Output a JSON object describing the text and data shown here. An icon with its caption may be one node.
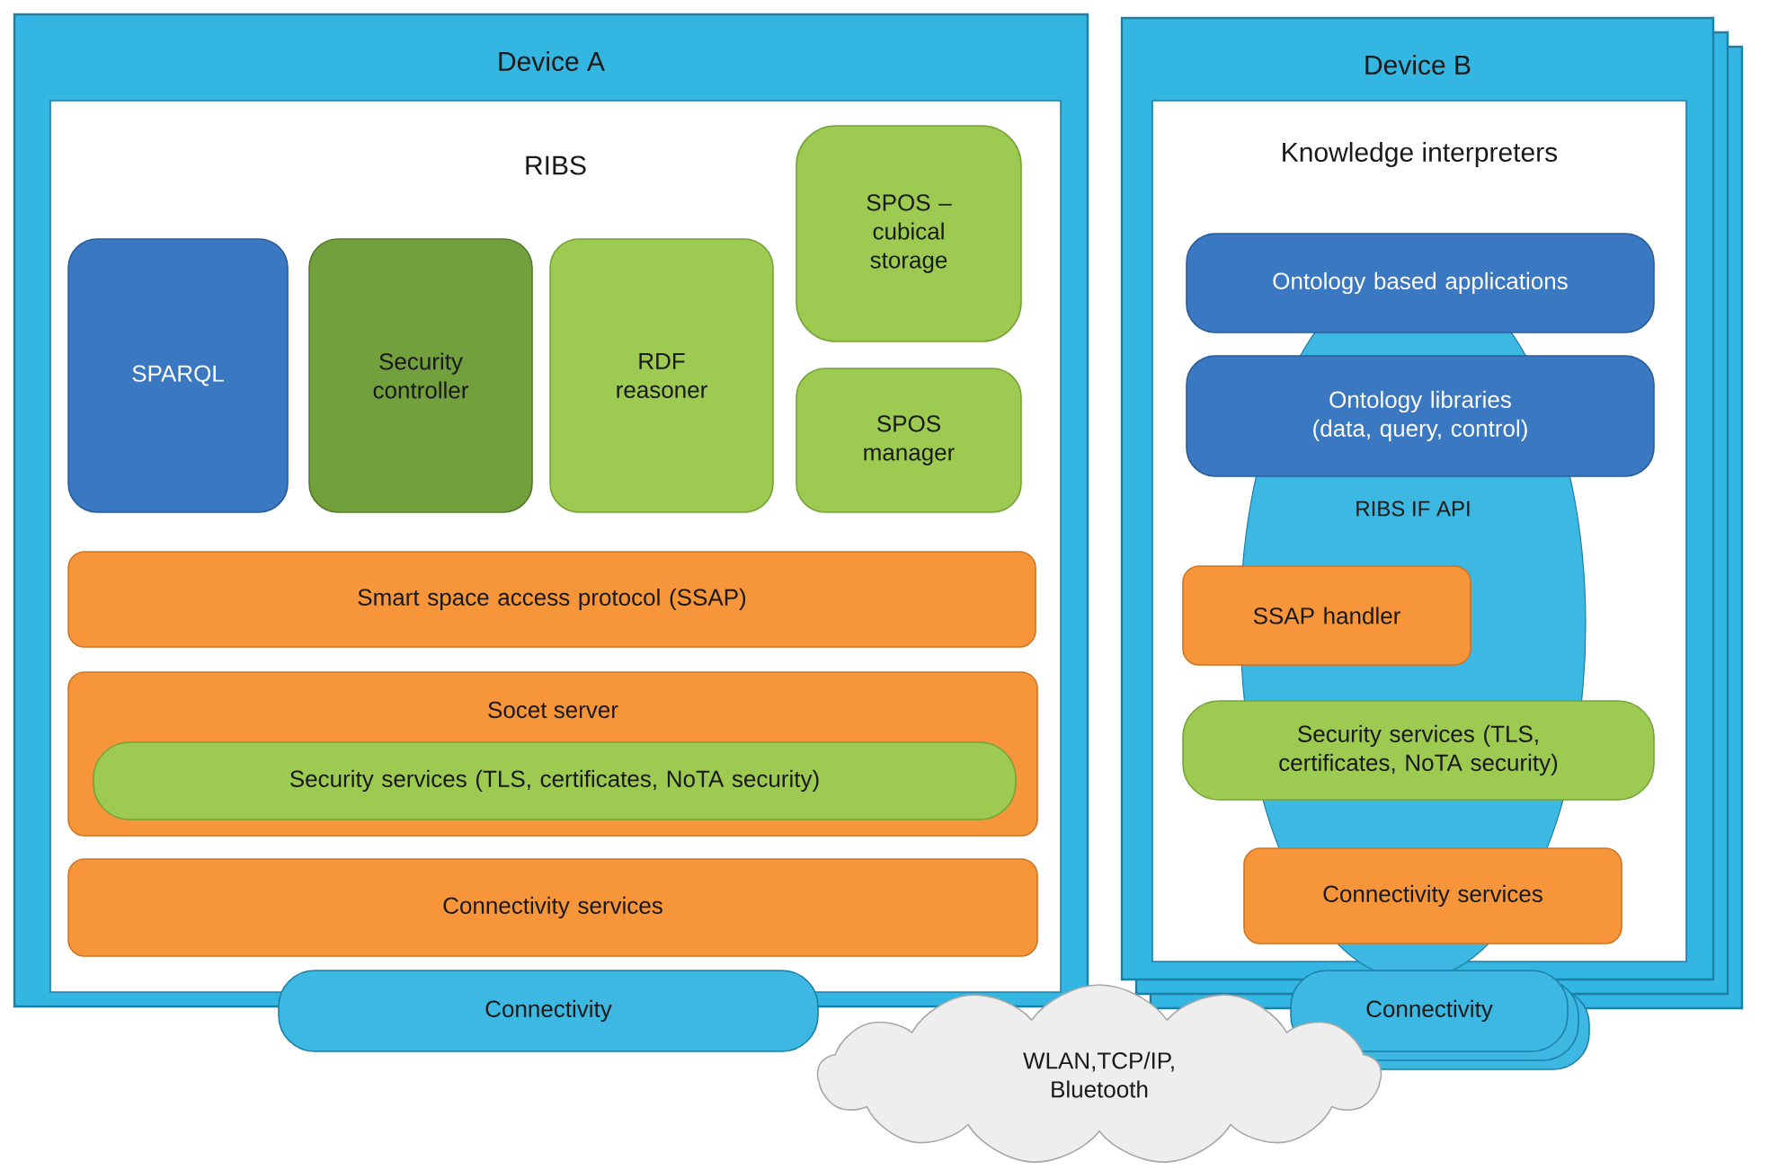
{
  "diagram": {
    "nodes": [
      {
        "text": [
          "Device A"
        ]
      },
      {
        "text": [
          "RIBS"
        ],
        "in": 0
      },
      {
        "text": [
          "SPARQL"
        ],
        "in": 1
      },
      {
        "text": [
          "Security controller"
        ],
        "in": 1
      },
      {
        "text": [
          "RDF reasoner"
        ],
        "in": 1
      },
      {
        "text": [
          "SPOS – cubical storage"
        ],
        "in": 1
      },
      {
        "text": [
          "SPOS manager"
        ],
        "in": 1
      },
      {
        "text": [
          "Smart space access protocol (SSAP)"
        ],
        "in": 1
      },
      {
        "text": [
          "Socet server"
        ],
        "in": 1
      },
      {
        "text": [
          "Security services (TLS, certificates, NoTA security)"
        ],
        "in": 8
      },
      {
        "text": [
          "Connectivity services"
        ],
        "in": 1
      },
      {
        "text": [
          "Connectivity"
        ]
      },
      {
        "text": [
          "Device B"
        ]
      },
      {
        "text": [
          "Knowledge interpreters"
        ],
        "in": 12
      },
      {
        "text": [
          "RIBS IF API"
        ],
        "in": 13
      },
      {
        "text": [
          "Ontology based applications"
        ],
        "in": 13
      },
      {
        "text": [
          "Ontology libraries (data, query, control)"
        ],
        "in": 13
      },
      {
        "text": [
          "SSAP handler"
        ],
        "in": 13
      },
      {
        "text": [
          "Security services (TLS, certificates, NoTA security)"
        ],
        "in": 13
      },
      {
        "text": [
          "Connectivity services"
        ],
        "in": 13
      },
      {
        "text": [
          "Connectivity"
        ]
      },
      {
        "text": [
          "WLAN,TCP/IP, Bluetooth"
        ]
      }
    ],
    "edges": []
  }
}
